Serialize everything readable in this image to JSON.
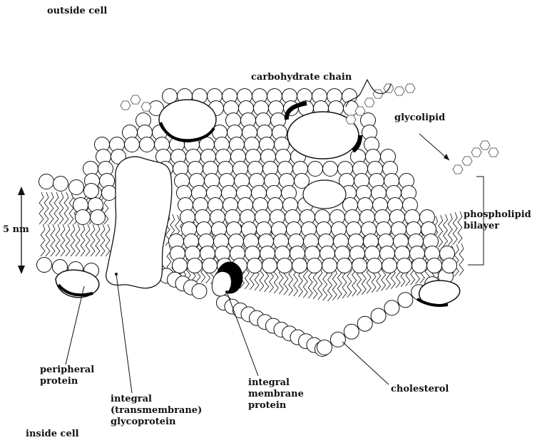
{
  "labels": {
    "outside_cell": "outside cell",
    "inside_cell": "inside cell",
    "carbohydrate_chain": "carbohydrate chain",
    "glycolipid": "glycolipid",
    "phospholipid_bilayer_line1": "phospholipid",
    "phospholipid_bilayer_line2": "bilayer",
    "thickness": "5 nm",
    "peripheral_protein_line1": "peripheral",
    "peripheral_protein_line2": "protein",
    "integral_glycoprotein_line1": "integral",
    "integral_glycoprotein_line2": "(transmembrane)",
    "integral_glycoprotein_line3": "glycoprotein",
    "integral_membrane_protein_line1": "integral",
    "integral_membrane_protein_line2": "membrane",
    "integral_membrane_protein_line3": "protein",
    "cholesterol": "cholesterol"
  },
  "colors": {
    "ink": "#111111",
    "head_fill": "#ffffff",
    "protein_dark": "#000000",
    "shadow": "#555555"
  }
}
